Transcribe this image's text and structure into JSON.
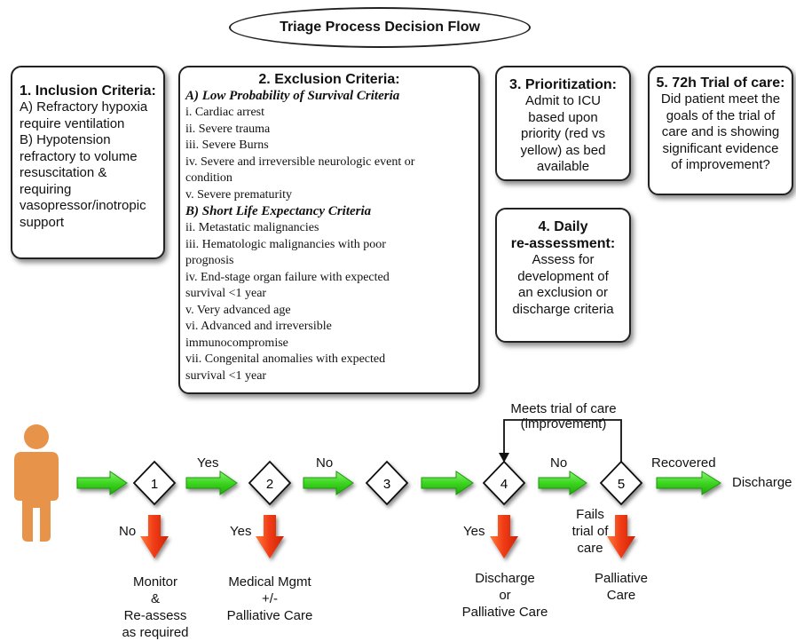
{
  "title": "Triage Process Decision Flow",
  "box1": {
    "heading": "1. Inclusion Criteria:",
    "lines": [
      "A) Refractory hypoxia",
      "require ventilation",
      "B) Hypotension",
      "refractory to volume",
      "resuscitation &",
      "requiring",
      "vasopressor/inotropic",
      "support"
    ]
  },
  "box2": {
    "heading": "2. Exclusion Criteria:",
    "section_a": "A) Low Probability of Survival Criteria",
    "items_a": [
      "i. Cardiac arrest",
      "ii. Severe trauma",
      "iii. Severe Burns",
      "iv. Severe and irreversible neurologic event or",
      "condition",
      "v. Severe prematurity"
    ],
    "section_b": "B) Short Life Expectancy Criteria",
    "items_b": [
      "ii. Metastatic malignancies",
      "iii. Hematologic malignancies with poor",
      "prognosis",
      "iv. End-stage organ failure with expected",
      "survival <1 year",
      "v. Very advanced age",
      "vi. Advanced and irreversible",
      "immunocompromise",
      "vii. Congenital anomalies with expected",
      "survival <1 year"
    ]
  },
  "box3": {
    "heading": "3. Prioritization:",
    "lines": [
      "Admit to ICU",
      "based upon",
      "priority (red vs",
      "yellow) as bed",
      "available"
    ]
  },
  "box4": {
    "heading_lines": [
      "4. Daily",
      "re-assessment:"
    ],
    "lines": [
      "Assess for",
      "development of",
      "an exclusion or",
      "discharge  criteria"
    ]
  },
  "box5": {
    "heading": "5. 72h Trial of care:",
    "lines": [
      "Did patient meet the",
      "goals of the trial of",
      "care and is showing",
      "significant evidence",
      "of improvement?"
    ]
  },
  "flow": {
    "diamonds": [
      "1",
      "2",
      "3",
      "4",
      "5"
    ],
    "arrow_labels": {
      "yes1": "Yes",
      "no2": "No",
      "no4": "No",
      "recovered": "Recovered"
    },
    "end_label": "Discharge",
    "loop_label_lines": [
      "Meets trial of care",
      "(improvement)"
    ],
    "down_labels": {
      "d1": "No",
      "d2": "Yes",
      "d4": "Yes",
      "d5_lines": [
        "Fails",
        "trial of",
        "care"
      ]
    },
    "outcomes": {
      "o1": [
        "Monitor",
        "&",
        "Re-assess",
        "as required"
      ],
      "o2": [
        "Medical Mgmt",
        "+/-",
        "Palliative Care"
      ],
      "o4": [
        "Discharge",
        "or",
        "Palliative Care"
      ],
      "o5": [
        "Palliative",
        "Care"
      ]
    }
  },
  "colors": {
    "green_arrow": "#3cd620",
    "red_arrow": "#f03a14",
    "person": "#e8934a"
  }
}
